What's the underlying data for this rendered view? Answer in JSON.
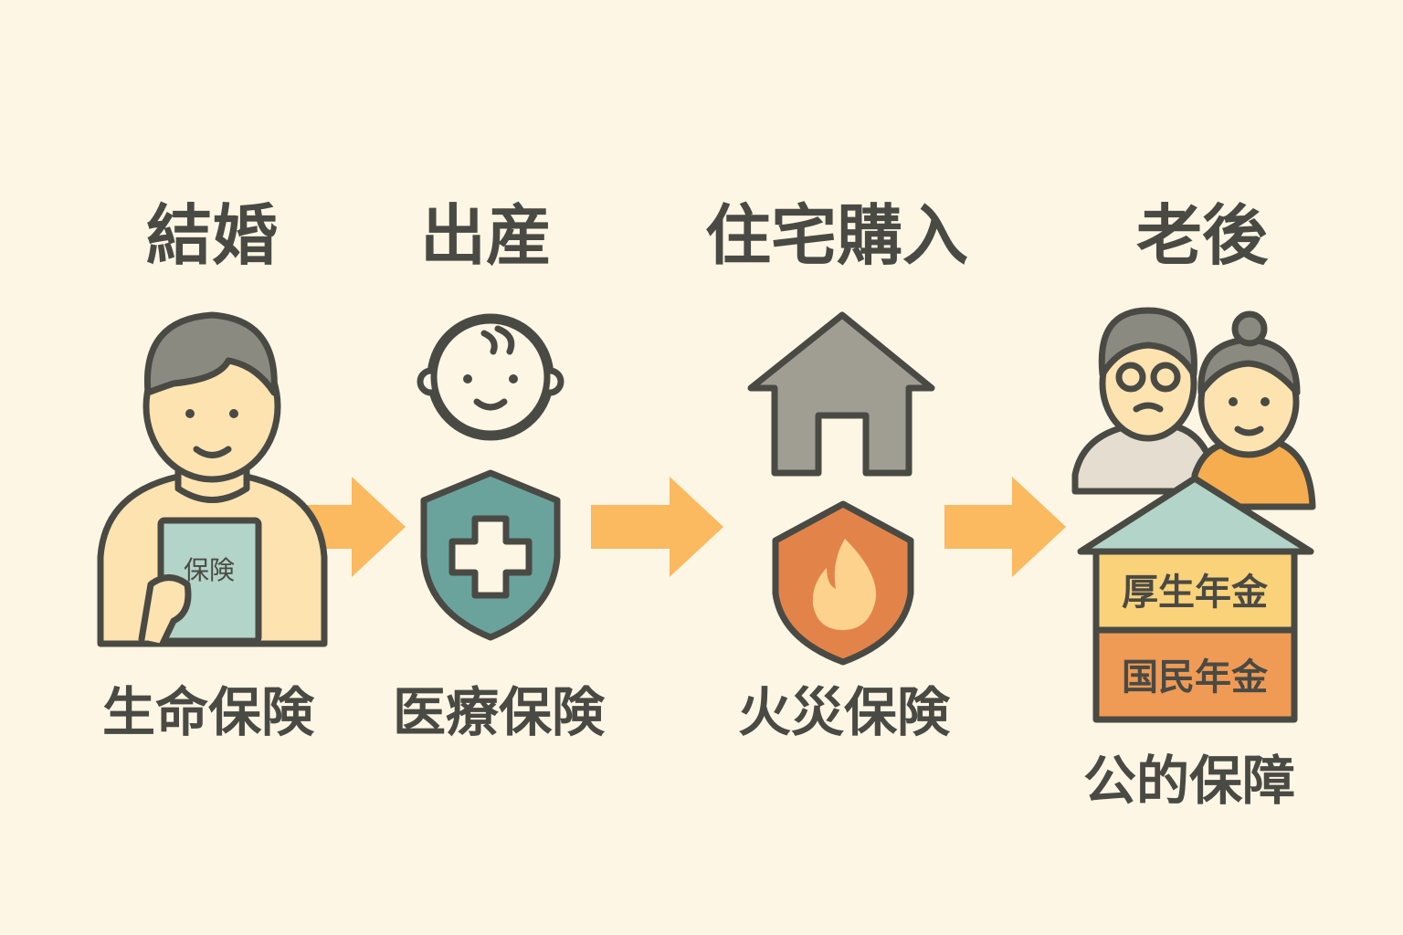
{
  "stages": [
    {
      "title": "結婚",
      "label": "生命保険",
      "card_text": "保険"
    },
    {
      "title": "出産",
      "label": "医療保険"
    },
    {
      "title": "住宅購入",
      "label": "火災保険"
    },
    {
      "title": "老後",
      "label": "公的保障",
      "pension_upper": "厚生年金",
      "pension_lower": "国民年金"
    }
  ],
  "colors": {
    "background": "#fdf6e4",
    "outline": "#4a4a44",
    "arrow": "#fbb960",
    "medical_shield": "#6aa39c",
    "fire_shield": "#e2844a",
    "house": "#a09e92"
  }
}
